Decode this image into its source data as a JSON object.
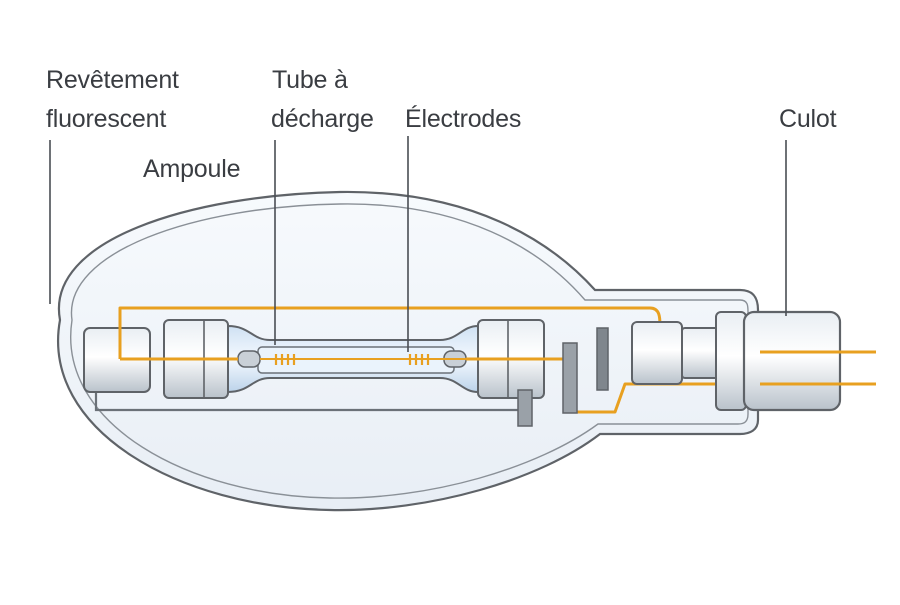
{
  "labels": {
    "coating": [
      "Revêtement",
      "fluorescent"
    ],
    "tube": [
      "Tube à",
      "décharge"
    ],
    "electrodes": "Électrodes",
    "bulb": "Ampoule",
    "base": "Culot"
  },
  "colors": {
    "outline": "#5f6368",
    "glass": "#f1f6fb",
    "wire": "#e8a020",
    "arc_tube": "#cfe3f5",
    "metal": "#d4dbe3",
    "metal_dark": "#8e959c"
  }
}
